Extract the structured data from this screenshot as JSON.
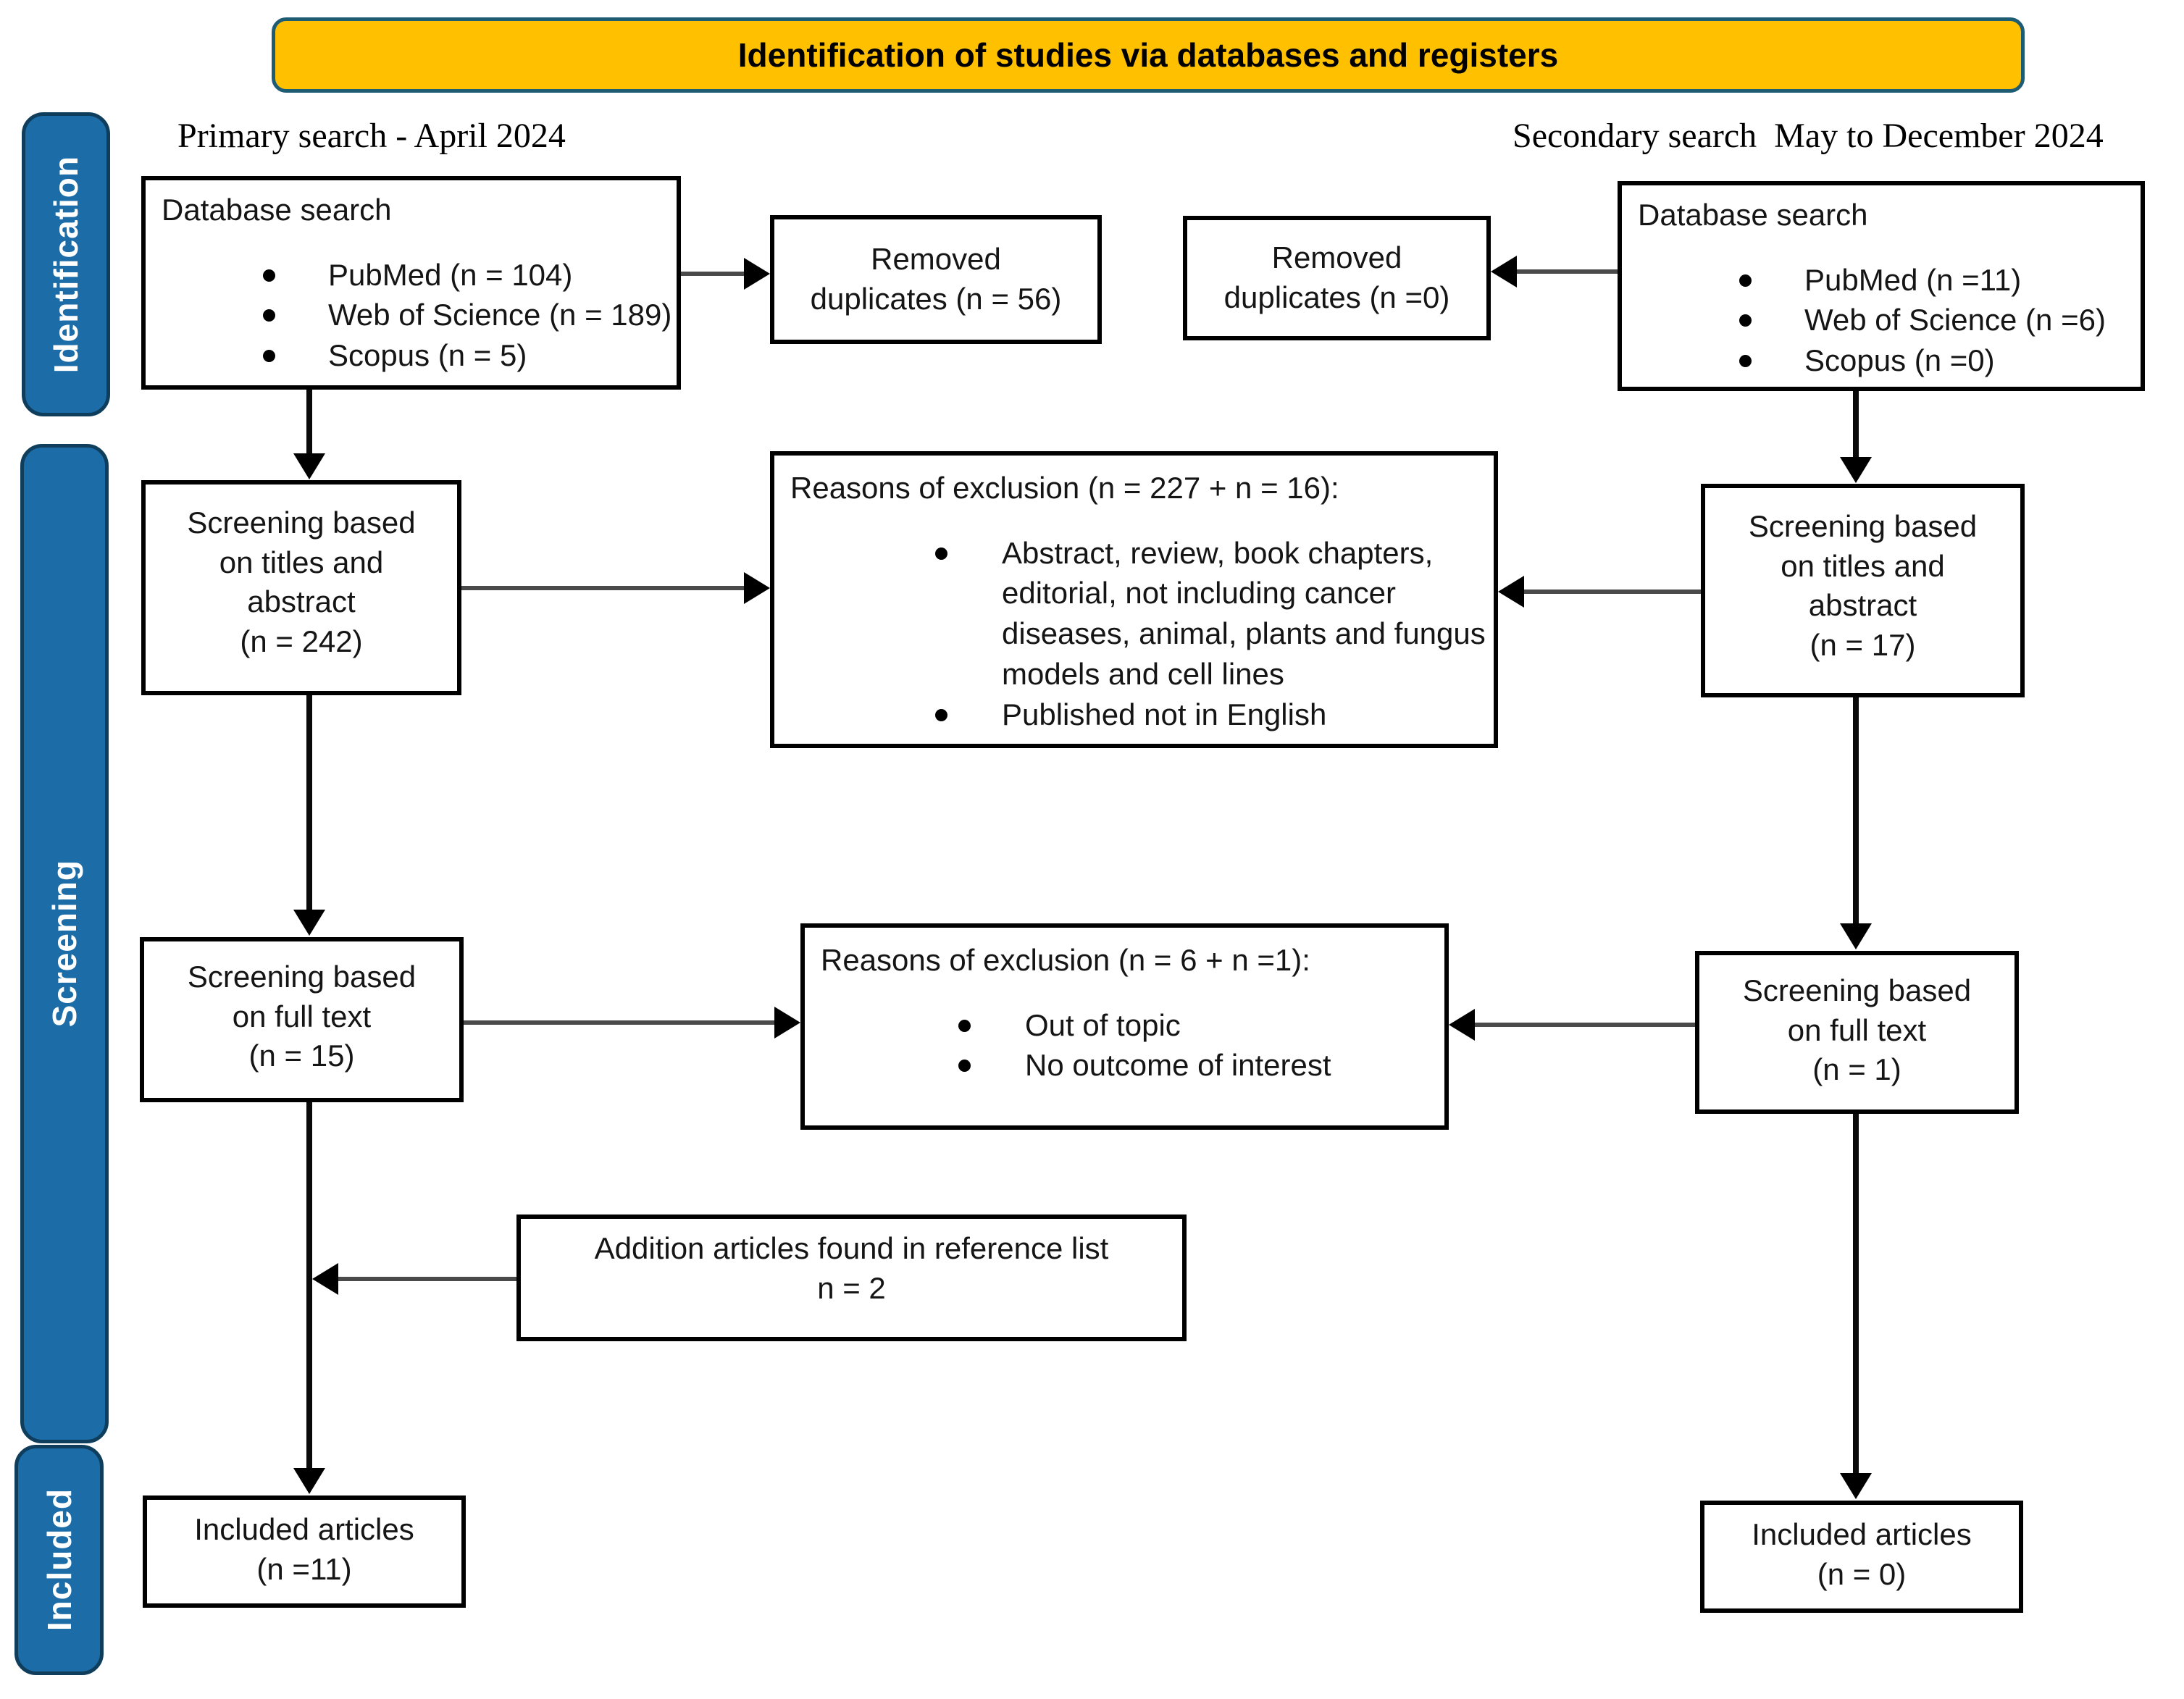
{
  "banner": {
    "label": "Identification of studies via databases and registers",
    "fill": "#FFC000",
    "border_color": "#1E5C74"
  },
  "headers": {
    "primary": "Primary search - April 2024",
    "secondary": "Secondary search  May to December 2024"
  },
  "sidebar": {
    "fill": "#1C6CA8",
    "text_color": "#FFFFFF",
    "items": [
      {
        "label": "Identification"
      },
      {
        "label": "Screening"
      },
      {
        "label": "Included"
      }
    ]
  },
  "boxes": {
    "db_left": {
      "title": "Database search",
      "items": [
        "PubMed (n = 104)",
        "Web of Science (n = 189)",
        "Scopus (n = 5)"
      ]
    },
    "db_right": {
      "title": "Database search",
      "items": [
        "PubMed (n =11)",
        "Web of Science (n =6)",
        "Scopus (n =0)"
      ]
    },
    "removed_left": {
      "lines": [
        "Removed",
        "duplicates (n = 56)"
      ]
    },
    "removed_right": {
      "lines": [
        "Removed",
        "duplicates (n =0)"
      ]
    },
    "screen_titles_left": {
      "lines": [
        "Screening based",
        "on titles and",
        "abstract",
        "(n = 242)"
      ]
    },
    "screen_titles_right": {
      "lines": [
        "Screening based",
        "on titles and",
        "abstract",
        "(n = 17)"
      ]
    },
    "exclusion_top": {
      "title": "Reasons of exclusion (n = 227 + n = 16):",
      "items": [
        "Abstract, review, book chapters, editorial, not including cancer diseases, animal, plants and fungus models and cell lines",
        "Published not in English"
      ]
    },
    "fulltext_left": {
      "lines": [
        "Screening based",
        "on full text",
        "(n = 15)"
      ]
    },
    "fulltext_right": {
      "lines": [
        "Screening based",
        "on full text",
        "(n = 1)"
      ]
    },
    "exclusion_bottom": {
      "title": "Reasons of exclusion (n = 6 + n =1):",
      "items": [
        "Out of topic",
        "No outcome of interest"
      ]
    },
    "addition": {
      "lines": [
        "Addition articles found in reference list",
        "n = 2"
      ]
    },
    "included_left": {
      "lines": [
        "Included articles",
        "(n =11)"
      ]
    },
    "included_right": {
      "lines": [
        "Included articles",
        "(n = 0)"
      ]
    }
  }
}
